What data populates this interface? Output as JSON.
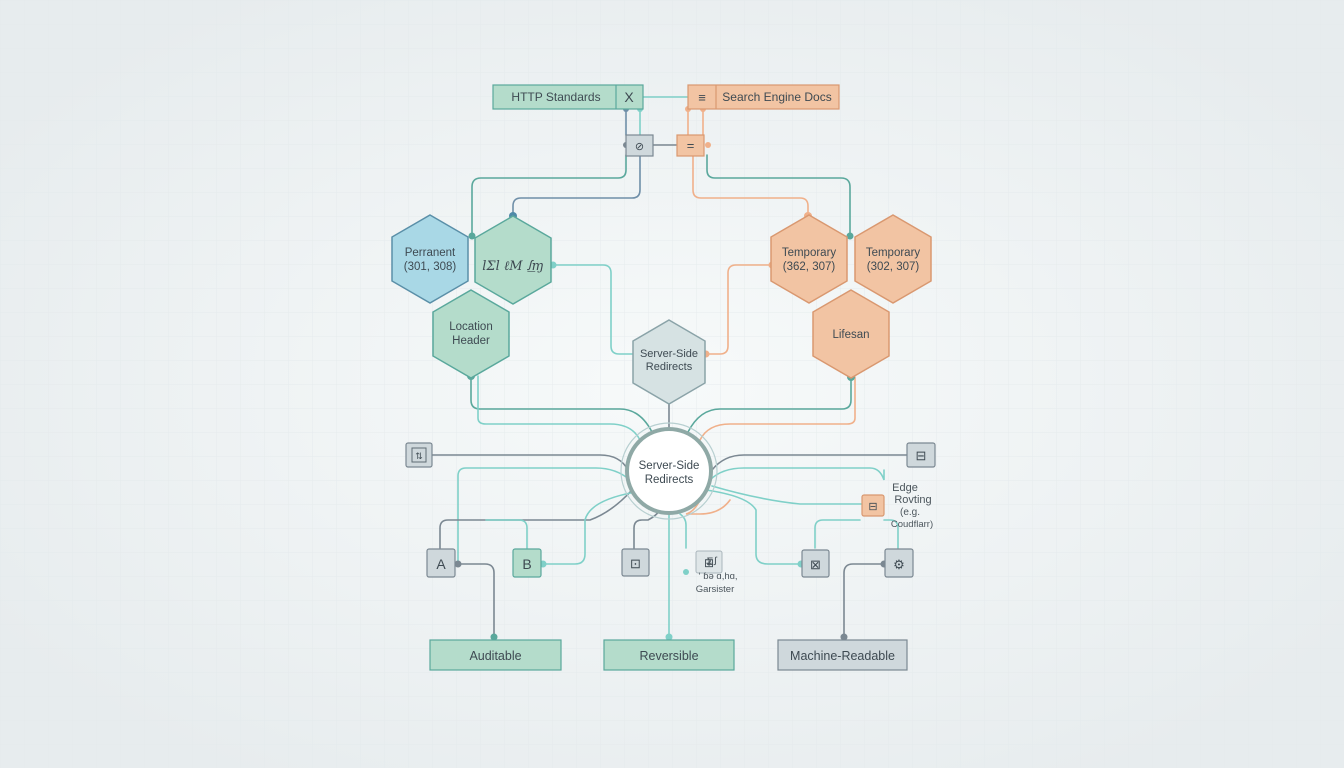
{
  "colors": {
    "teal": "#7fd0c8",
    "teal_dark": "#5aa89c",
    "blue_fill": "#a9d8e6",
    "sage_fill": "#b4dccb",
    "orange": "#f0b08a",
    "orange_fill": "#f2c4a3",
    "slate": "#7b8892",
    "grey_fill": "#cfd8dc"
  },
  "sources": {
    "http": {
      "label": "HTTP Standards",
      "icon": "X"
    },
    "search": {
      "label": "Search Engine Docs",
      "icon": "≡"
    },
    "hub_left_icon": "⊘",
    "hub_right_icon": "="
  },
  "hexagons": {
    "permanent": {
      "line1": "Perranent",
      "line2": "(301, 308)"
    },
    "signature": {
      "line1": "lΣl ℓM ꭍ͟ɱ"
    },
    "location": {
      "line1": "Location",
      "line2": "Header"
    },
    "server_side": {
      "line1": "Server-Side",
      "line2": "Redirects"
    },
    "temporary_a": {
      "line1": "Temporary",
      "line2": "(362, 307)"
    },
    "temporary_b": {
      "line1": "Temporary",
      "line2": "(302, 307)"
    },
    "lifespan": {
      "line1": "Lifesan"
    }
  },
  "center": {
    "line1": "Server-Side",
    "line2": "Redirects"
  },
  "small_nodes": {
    "top_left_icon": "⇅",
    "top_right_icon": "⊟",
    "a": "A",
    "b": "B",
    "mid": "⊡",
    "right_a": "⊠",
    "right_b": "⚙",
    "edge_icon": "⊟",
    "cache_icon": "⊞"
  },
  "annotations": {
    "edge": {
      "line1": "Edge",
      "line2": "Rovting",
      "line3": "(e.g.",
      "line4": "Coudflarr)"
    },
    "cache": {
      "line1": "Σꭍ",
      "line2": "ʻ ɓə ɑ,hɑ,",
      "line3": "Garsister"
    }
  },
  "outcomes": {
    "auditable": "Auditable",
    "reversible": "Reversible",
    "machine": "Machine-Readable"
  }
}
